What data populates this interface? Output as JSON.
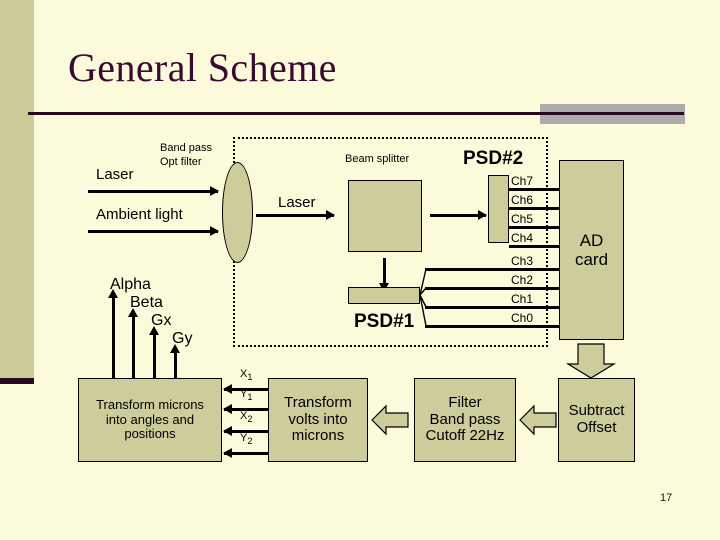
{
  "slide": {
    "title": "General Scheme",
    "page_number": "17",
    "background_color": "#FBFBDC",
    "accent_color": "#CBCB9A",
    "title_color": "#3A0A33",
    "box_fill_color": "#CDCD9C",
    "gray_block_color": "#ACACAC"
  },
  "diagram": {
    "optics": {
      "laser_input_label": "Laser",
      "ambient_light_label": "Ambient light",
      "band_pass_line1": "Band pass",
      "band_pass_line2": "Opt filter",
      "lens_name": "band-pass-optical-filter",
      "laser_mid_label": "Laser",
      "beam_splitter_label": "Beam splitter",
      "psd2_label": "PSD#2",
      "psd1_label": "PSD#1"
    },
    "channels": [
      {
        "label": "Ch7",
        "source": "PSD#2"
      },
      {
        "label": "Ch6",
        "source": "PSD#2"
      },
      {
        "label": "Ch5",
        "source": "PSD#2"
      },
      {
        "label": "Ch4",
        "source": "PSD#2"
      },
      {
        "label": "Ch3",
        "source": "PSD#1"
      },
      {
        "label": "Ch2",
        "source": "PSD#1"
      },
      {
        "label": "Ch1",
        "source": "PSD#1"
      },
      {
        "label": "Ch0",
        "source": "PSD#1"
      }
    ],
    "ad_card": {
      "line1": "AD",
      "line2": "card"
    },
    "outputs": [
      {
        "label": "Alpha"
      },
      {
        "label": "Beta"
      },
      {
        "label": "Gx"
      },
      {
        "label": "Gy"
      }
    ],
    "signals": [
      {
        "label": "X",
        "sub": "1"
      },
      {
        "label": "Y",
        "sub": "1"
      },
      {
        "label": "X",
        "sub": "2"
      },
      {
        "label": "Y",
        "sub": "2"
      }
    ],
    "processing_boxes": [
      {
        "name": "transform-microns-box",
        "lines": [
          "Transform microns",
          "into angles and",
          "positions"
        ]
      },
      {
        "name": "transform-volts-box",
        "lines": [
          "Transform",
          "volts into",
          "microns"
        ]
      },
      {
        "name": "filter-box",
        "lines": [
          "Filter",
          "Band pass",
          "Cutoff 22Hz"
        ]
      },
      {
        "name": "subtract-offset-box",
        "lines": [
          "Subtract",
          "Offset"
        ]
      }
    ]
  }
}
